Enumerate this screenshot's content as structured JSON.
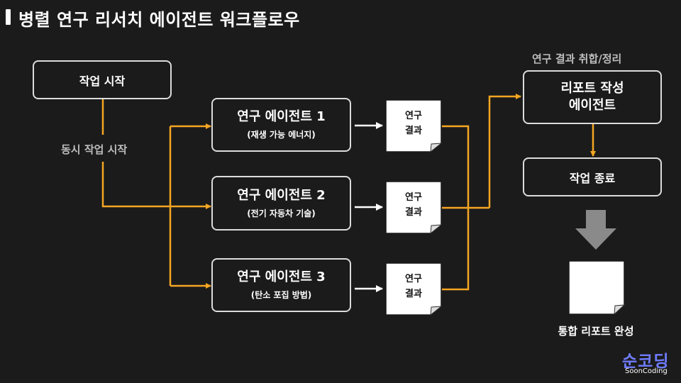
{
  "title": "병렬 연구 리서치 에이전트 워크플로우",
  "nodes": {
    "start": "작업 시작",
    "parallel_note": "동시 작업 시작",
    "agent1": {
      "title": "연구 에이전트 1",
      "topic": "(재생 가능 에너지)"
    },
    "agent2": {
      "title": "연구 에이전트 2",
      "topic": "(전기 자동차 기술)"
    },
    "agent3": {
      "title": "연구 에이전트 3",
      "topic": "(탄소 포집 방법)"
    },
    "result_line1": "연구",
    "result_line2": "결과",
    "collect_note": "연구 결과 취합/정리",
    "report_agent_line1": "리포트 작성",
    "report_agent_line2": "에이전트",
    "end": "작업 종료",
    "final_report": "통합 리포트 완성"
  },
  "brand": {
    "name": "순코딩",
    "sub": "SoonCoding"
  },
  "colors": {
    "background": "#1b1b1b",
    "connector": "#f5a623",
    "box_border": "#dcdcdc",
    "brand": "#6f7cff"
  }
}
